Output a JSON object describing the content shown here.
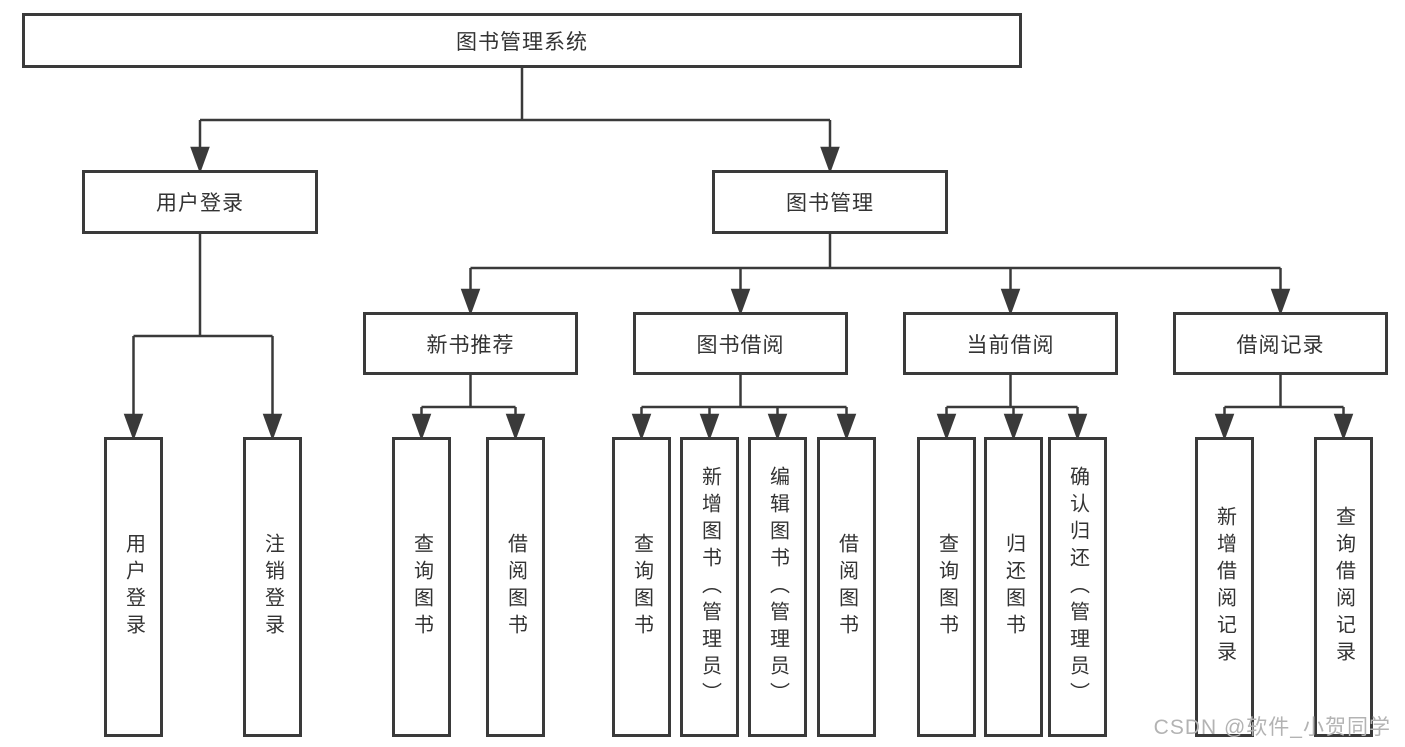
{
  "diagram_type": "hierarchy-tree",
  "colors": {
    "line": "#3a3a3a",
    "border": "#3a3a3a",
    "text": "#333333",
    "watermark": "#b3b3b3",
    "background": "#ffffff"
  },
  "watermark": "CSDN @软件_小贺同学",
  "tree": {
    "root": {
      "label": "图书管理系统",
      "children": [
        {
          "label": "用户登录",
          "children": [
            {
              "label": "用户登录"
            },
            {
              "label": "注销登录"
            }
          ]
        },
        {
          "label": "图书管理",
          "children": [
            {
              "label": "新书推荐",
              "children": [
                {
                  "label": "查询图书"
                },
                {
                  "label": "借阅图书"
                }
              ]
            },
            {
              "label": "图书借阅",
              "children": [
                {
                  "label": "查询图书"
                },
                {
                  "label": "新增图书（管理员）"
                },
                {
                  "label": "编辑图书（管理员）"
                },
                {
                  "label": "借阅图书"
                }
              ]
            },
            {
              "label": "当前借阅",
              "children": [
                {
                  "label": "查询图书"
                },
                {
                  "label": "归还图书"
                },
                {
                  "label": "确认归还（管理员）"
                }
              ]
            },
            {
              "label": "借阅记录",
              "children": [
                {
                  "label": "新增借阅记录"
                },
                {
                  "label": "查询借阅记录"
                }
              ]
            }
          ]
        }
      ]
    }
  }
}
